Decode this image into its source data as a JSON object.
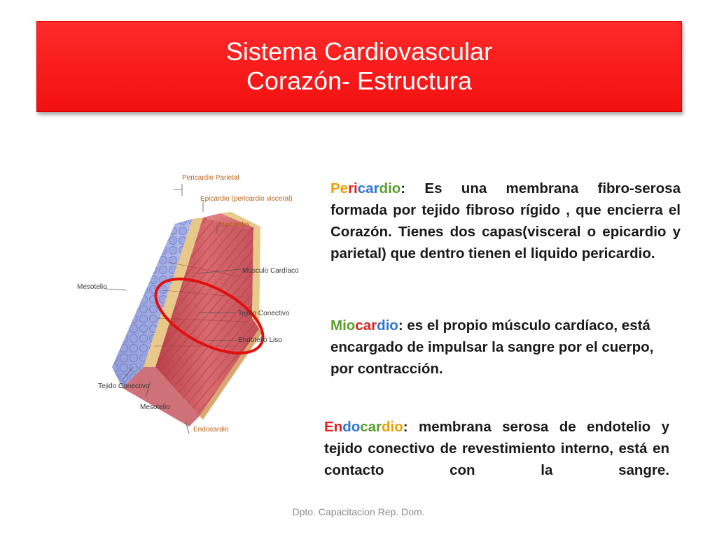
{
  "slide": {
    "title_line1": "Sistema Cardiovascular",
    "title_line2": "Corazón- Estructura",
    "footer": "Dpto. Capacitacion Rep. Dom."
  },
  "paragraphs": {
    "pericardio": {
      "term_parts": [
        "Pe",
        "ri",
        "car",
        "dio"
      ],
      "text": ": Es una membrana  fibro-serosa formada por tejido fibroso rígido , que encierra el Corazón. Tienes dos capas(visceral  o epicardio y parietal) que dentro tienen el liquido pericardio."
    },
    "miocardio": {
      "term_parts": [
        "Mio",
        "car",
        "dio"
      ],
      "text": ": es el propio músculo cardíaco, está encargado de impulsar la sangre por el cuerpo, por contracción."
    },
    "endocardio": {
      "term_parts": [
        "En",
        "do",
        "car",
        "dio"
      ],
      "text": ": membrana serosa de endotelio y tejido conectivo de revestimiento interno, está en contacto con la sangre."
    }
  },
  "colors": {
    "term_orange": "#e8a000",
    "term_red": "#e02020",
    "term_blue": "#2e75d6",
    "term_green": "#5aa02c",
    "title_bg": "#f21010",
    "highlight_ellipse": "#e01010"
  },
  "diagram": {
    "labels": {
      "pericardio_parietal": "Pericardio Parietal",
      "epicardio": "Epicardio (pericardio visceral)",
      "miocardio": "Miocardio",
      "musculo_cardiaco": "Músculo Cardíaco",
      "mesotelio_left": "Mesotelio",
      "tejido_conectivo_right": "Tejido Conectivo",
      "endotelio": "Endotelio Liso",
      "tejido_conectivo_bottom": "Tejido Conectivo",
      "mesotelio_bottom": "Mesotelio",
      "endocardio": "Endocardio"
    }
  }
}
